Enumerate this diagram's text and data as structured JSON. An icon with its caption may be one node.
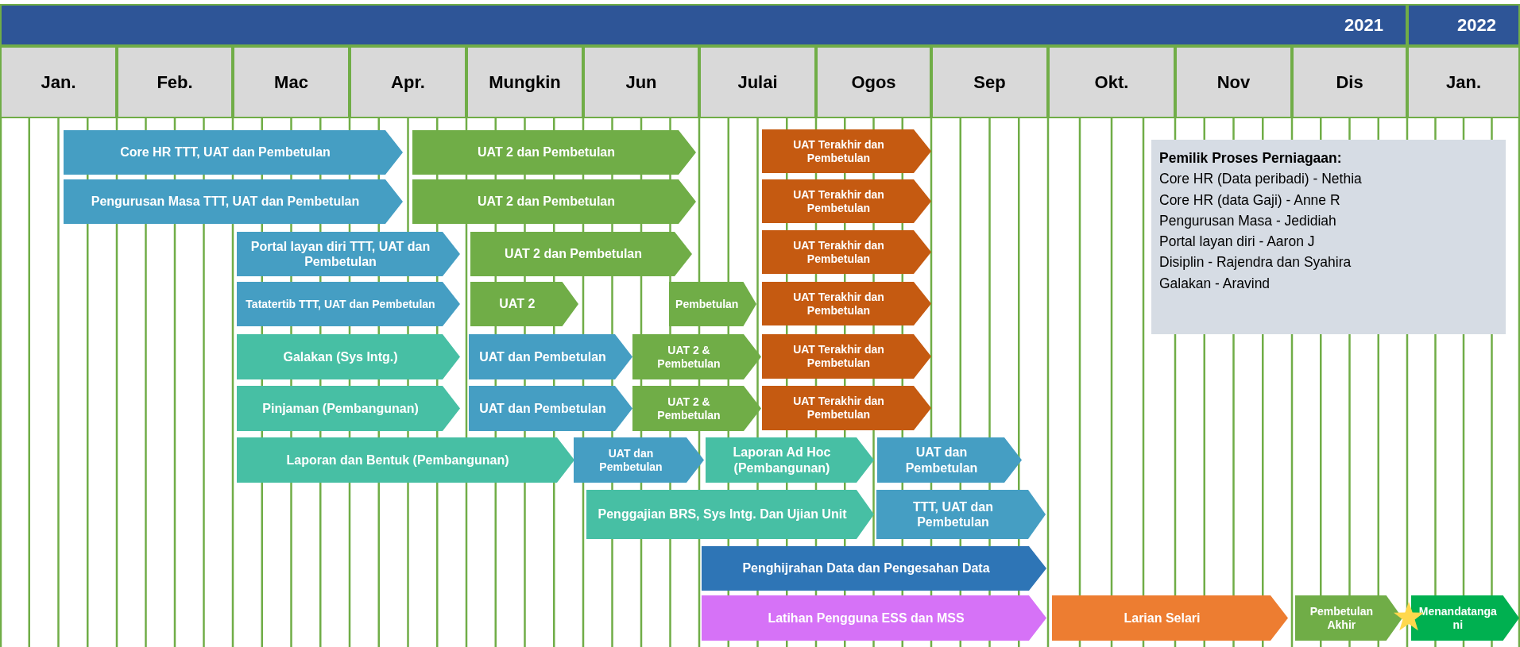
{
  "diagram": {
    "nodes": [
      {
        "text": [
          "2021"
        ]
      },
      {
        "text": [
          "2022"
        ]
      },
      {
        "text": [
          "Jan."
        ]
      },
      {
        "text": [
          "Feb."
        ]
      },
      {
        "text": [
          "Mac"
        ]
      },
      {
        "text": [
          "Apr."
        ]
      },
      {
        "text": [
          "Mungkin"
        ]
      },
      {
        "text": [
          "Jun"
        ]
      },
      {
        "text": [
          "Julai"
        ]
      },
      {
        "text": [
          "Ogos"
        ]
      },
      {
        "text": [
          "Sep"
        ]
      },
      {
        "text": [
          "Okt."
        ]
      },
      {
        "text": [
          "Nov"
        ]
      },
      {
        "text": [
          "Dis"
        ]
      },
      {
        "text": [
          "Jan."
        ]
      },
      {
        "text": [
          "Core HR TTT, UAT dan Pembetulan"
        ]
      },
      {
        "text": [
          "UAT 2 dan Pembetulan"
        ]
      },
      {
        "text": [
          "UAT Terakhir dan Pembetulan"
        ]
      },
      {
        "text": [
          "Pemilik Proses Perniagaan:",
          "Core HR (Data peribadi) - Nethia",
          "Core HR (data Gaji) - Anne R",
          "Pengurusan Masa - Jedidiah",
          "Portal layan diri - Aaron J",
          "Disiplin - Rajendra dan Syahira",
          "Galakan - Aravind"
        ]
      },
      {
        "text": [
          "Pengurusan Masa TTT, UAT dan Pembetulan"
        ]
      },
      {
        "text": [
          "UAT 2 dan Pembetulan"
        ]
      },
      {
        "text": [
          "UAT Terakhir dan Pembetulan"
        ]
      },
      {
        "text": [
          "Portal layan diri TTT, UAT dan Pembetulan"
        ]
      },
      {
        "text": [
          "UAT 2 dan Pembetulan"
        ]
      },
      {
        "text": [
          "UAT Terakhir dan Pembetulan"
        ]
      },
      {
        "text": [
          "Tatatertib TTT, UAT dan Pembetulan"
        ]
      },
      {
        "text": [
          "UAT 2"
        ]
      },
      {
        "text": [
          "Pembetulan"
        ]
      },
      {
        "text": [
          "UAT Terakhir dan Pembetulan"
        ]
      },
      {
        "text": [
          "Galakan (Sys Intg.)"
        ]
      },
      {
        "text": [
          "UAT dan Pembetulan"
        ]
      },
      {
        "text": [
          "UAT 2 & Pembetulan"
        ]
      },
      {
        "text": [
          "UAT Terakhir dan Pembetulan"
        ]
      },
      {
        "text": [
          "Pinjaman (Pembangunan)"
        ]
      },
      {
        "text": [
          "UAT dan Pembetulan"
        ]
      },
      {
        "text": [
          "UAT 2 & Pembetulan"
        ]
      },
      {
        "text": [
          "UAT Terakhir dan Pembetulan"
        ]
      },
      {
        "text": [
          "Laporan dan Bentuk (Pembangunan)"
        ]
      },
      {
        "text": [
          "UAT dan Pembetulan"
        ]
      },
      {
        "text": [
          "Laporan Ad Hoc (Pembangunan)"
        ]
      },
      {
        "text": [
          "UAT dan Pembetulan"
        ]
      },
      {
        "text": [
          "Penggajian BRS, Sys Intg. Dan Ujian Unit"
        ]
      },
      {
        "text": [
          "TTT, UAT dan Pembetulan"
        ]
      },
      {
        "text": [
          "Penghijrahan Data dan Pengesahan Data"
        ]
      },
      {
        "text": [
          "Latihan Pengguna ESS dan MSS"
        ]
      },
      {
        "text": [
          "Larian Selari"
        ]
      },
      {
        "text": [
          "Pembetulan Akhir"
        ]
      },
      {
        "text": [
          "Menandatangani"
        ]
      }
    ]
  }
}
